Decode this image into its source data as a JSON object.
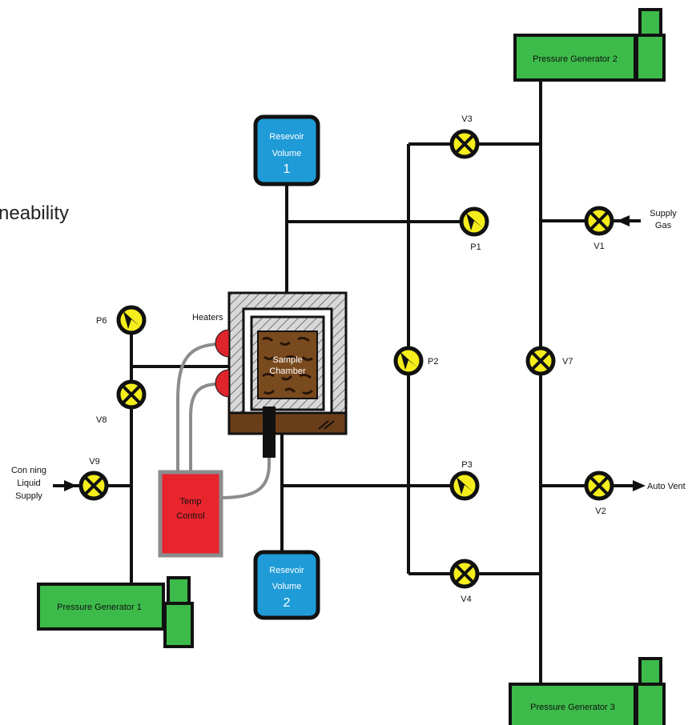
{
  "title_fragment": "neability",
  "colors": {
    "pipe": "#111111",
    "valve": "#f5ee1c",
    "generator": "#3dbb4a",
    "reservoir": "#1f9bd8",
    "temp_control": "#e8242c",
    "heater": "#e0242c",
    "wire": "#8c8c8c",
    "insulation": "#d0d0d0",
    "base": "#6b3e1a"
  },
  "generators": {
    "g1": "Pressure Generator 1",
    "g2": "Pressure Generator 2",
    "g3": "Pressure Generator 3"
  },
  "reservoirs": {
    "r1": {
      "name": "Resevoir",
      "sub": "Volume",
      "num": "1"
    },
    "r2": {
      "name": "Resevoir",
      "sub": "Volume",
      "num": "2"
    }
  },
  "temp_control": {
    "line1": "Temp",
    "line2": "Control"
  },
  "heaters_label": "Heaters",
  "sample_chamber": {
    "line1": "Sample",
    "line2": "Chamber"
  },
  "valves": {
    "v1": "V1",
    "v2": "V2",
    "v3": "V3",
    "v4": "V4",
    "v7": "V7",
    "v8": "V8",
    "v9": "V9"
  },
  "gauges": {
    "p1": "P1",
    "p2": "P2",
    "p3": "P3",
    "p6": "P6"
  },
  "inlets": {
    "supply_gas_1": "Supply",
    "supply_gas_2": "Gas",
    "auto_vent": "Auto Vent",
    "confining_1": "Con ning",
    "confining_2": "Liquid",
    "confining_3": "Supply"
  }
}
